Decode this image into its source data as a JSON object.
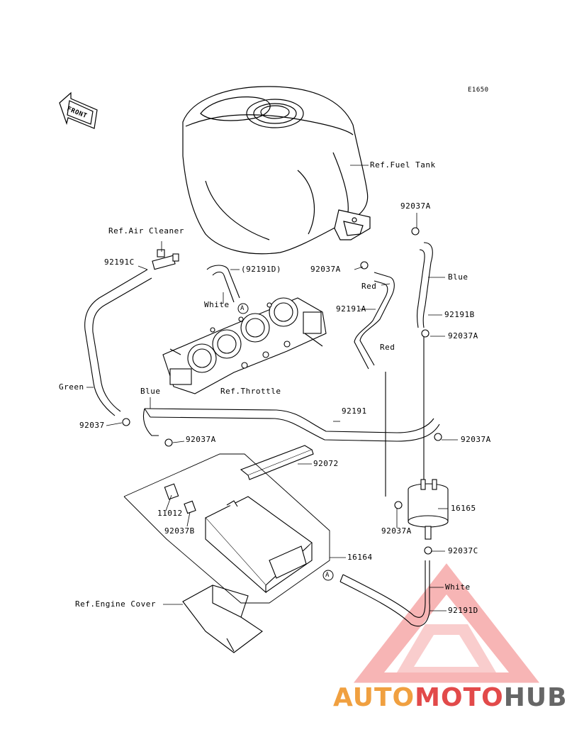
{
  "diagram": {
    "code": "E1650",
    "front_label": "FRONT",
    "labels": {
      "fuel_tank": "Ref.Fuel Tank",
      "air_cleaner": "Ref.Air Cleaner",
      "throttle": "Ref.Throttle",
      "engine_cover": "Ref.Engine Cover",
      "p92191C": "92191C",
      "p92191D_paren": "(92191D)",
      "white_top": "White",
      "callout_a_top": "A",
      "p92037A_1": "92037A",
      "p92037A_2": "92037A",
      "red_1": "Red",
      "red_2": "Red",
      "p92191A": "92191A",
      "blue_right": "Blue",
      "p92191B": "92191B",
      "p92037A_3": "92037A",
      "green": "Green",
      "blue_left": "Blue",
      "p92037": "92037",
      "p92037A_4": "92037A",
      "p92191": "92191",
      "p92037A_5": "92037A",
      "p92072": "92072",
      "p11012": "11012",
      "p92037B": "92037B",
      "p16165": "16165",
      "p92037A_6": "92037A",
      "p92037C": "92037C",
      "p16164": "16164",
      "callout_a_bottom": "A",
      "white_bottom": "White",
      "p92191D": "92191D"
    },
    "watermark": {
      "part1": "AUTO",
      "part2": "MOTO",
      "part3": "HUB"
    }
  }
}
